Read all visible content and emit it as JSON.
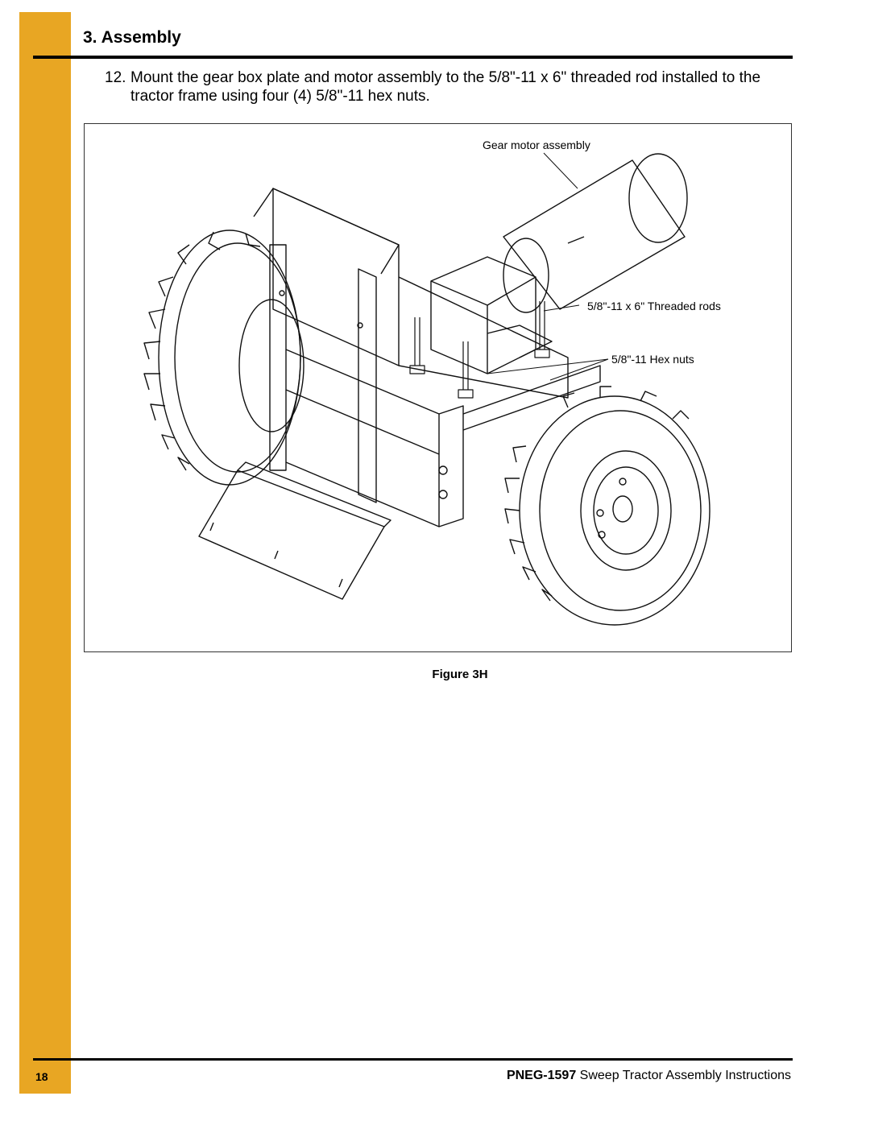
{
  "header": {
    "section_title": "3. Assembly"
  },
  "step": {
    "number": "12.",
    "text": "Mount the gear box plate and motor assembly to the 5/8\"-11 x 6\" threaded rod installed to the tractor frame using four (4) 5/8\"-11 hex nuts."
  },
  "figure": {
    "callouts": {
      "gear_motor": "Gear motor assembly",
      "threaded_rods": "5/8\"-11 x 6\" Threaded rods",
      "hex_nuts": "5/8\"-11 Hex nuts"
    },
    "caption": "Figure 3H"
  },
  "footer": {
    "page_number": "18",
    "doc_id": "PNEG-1597",
    "doc_title": "Sweep Tractor Assembly Instructions"
  },
  "colors": {
    "side_bar": "#E8A623",
    "rules": "#000000"
  }
}
